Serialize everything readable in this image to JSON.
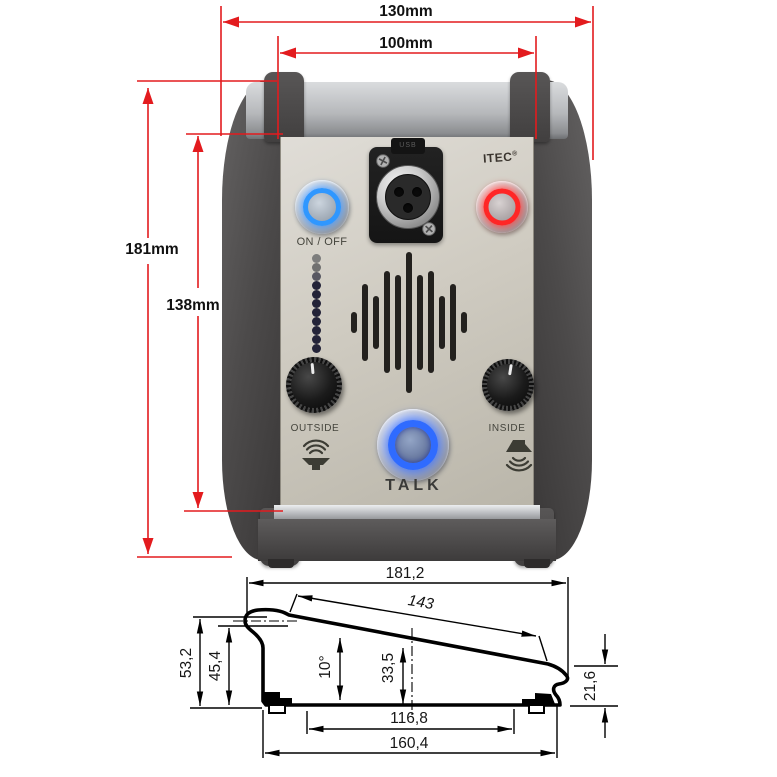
{
  "device": {
    "brand": "ITEC",
    "registered_mark": "®",
    "connector_tab": "USB",
    "labels": {
      "power": "ON / OFF",
      "talk": "TALK",
      "outside": "OUTSIDE",
      "inside": "INSIDE"
    },
    "led_count": 11
  },
  "photo_dimensions": {
    "outer_width": "130mm",
    "inner_width": "100mm",
    "outer_height": "181mm",
    "inner_height": "138mm"
  },
  "profile_drawing": {
    "top_width": "181,2",
    "panel_face_length": "143",
    "left_height_outer": "53,2",
    "left_height_inner": "45,4",
    "slope_angle": "10°",
    "center_height": "33,5",
    "right_height": "21,6",
    "bottom_width_inner": "116,8",
    "bottom_width_outer": "160,4"
  },
  "colors": {
    "dimension_red": "#e31b1e",
    "power_ring_blue": "#2f97ff",
    "call_ring_red": "#ff2626",
    "talk_ring_blue": "#2f6bff",
    "drawing_line": "#000000"
  }
}
